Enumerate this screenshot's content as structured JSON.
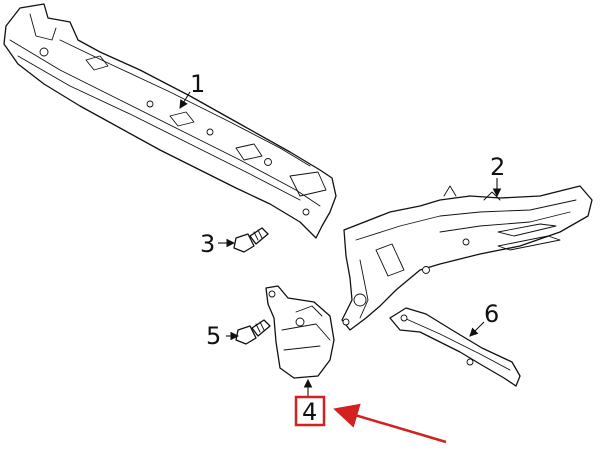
{
  "callouts": [
    {
      "id": "1",
      "label": "1"
    },
    {
      "id": "2",
      "label": "2"
    },
    {
      "id": "3",
      "label": "3"
    },
    {
      "id": "4",
      "label": "4"
    },
    {
      "id": "5",
      "label": "5"
    },
    {
      "id": "6",
      "label": "6"
    }
  ],
  "highlight": {
    "callout": "4",
    "color": "#d32020"
  },
  "colors": {
    "line": "#111111",
    "background": "#ffffff",
    "highlight": "#d32020"
  }
}
